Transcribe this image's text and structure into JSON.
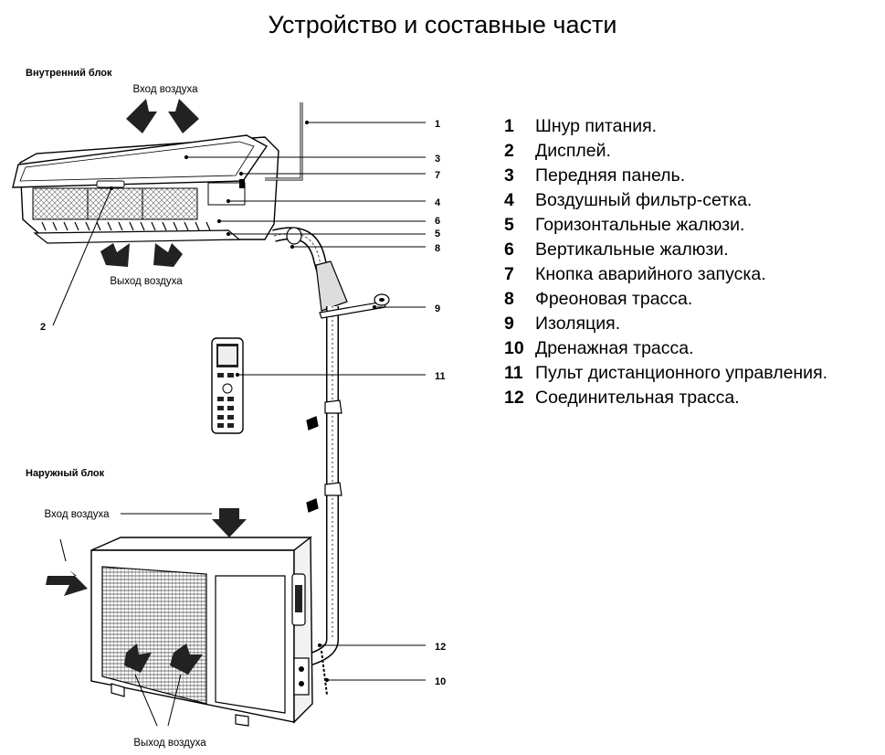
{
  "title": "Устройство и составные части",
  "indoor": {
    "heading": "Внутренний блок",
    "air_in": "Вход воздуха",
    "air_out": "Выход воздуха"
  },
  "outdoor": {
    "heading": "Наружный блок",
    "air_in": "Вход воздуха",
    "air_out": "Выход воздуха"
  },
  "callouts": [
    "1",
    "3",
    "7",
    "4",
    "6",
    "5",
    "8",
    "2",
    "9",
    "11",
    "12",
    "10"
  ],
  "legend": [
    {
      "num": "1",
      "text": "Шнур питания."
    },
    {
      "num": "2",
      "text": "Дисплей."
    },
    {
      "num": "3",
      "text": "Передняя панель."
    },
    {
      "num": "4",
      "text": "Воздушный фильтр-сетка."
    },
    {
      "num": "5",
      "text": "Горизонтальные жалюзи."
    },
    {
      "num": "6",
      "text": "Вертикальные жалюзи."
    },
    {
      "num": "7",
      "text": "Кнопка аварийного запуска."
    },
    {
      "num": "8",
      "text": "Фреоновая трасса."
    },
    {
      "num": "9",
      "text": "Изоляция."
    },
    {
      "num": "10",
      "text": "Дренажная трасса."
    },
    {
      "num": "11",
      "text": "Пульт дистанционного управления."
    },
    {
      "num": "12",
      "text": "Соединительная трасса."
    }
  ]
}
